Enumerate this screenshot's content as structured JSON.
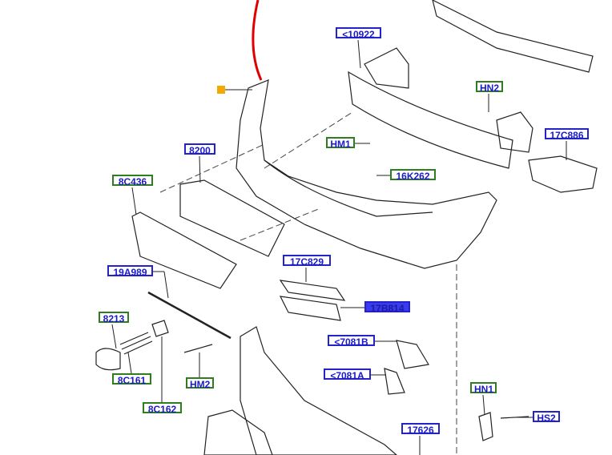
{
  "diagram": {
    "labels": [
      {
        "id": "l10922",
        "text": "<10922",
        "kind": "blue"
      },
      {
        "id": "hn2",
        "text": "HN2",
        "kind": "green"
      },
      {
        "id": "l17c886",
        "text": "17C886",
        "kind": "blue"
      },
      {
        "id": "hm1",
        "text": "HM1",
        "kind": "green"
      },
      {
        "id": "l16k262",
        "text": "16K262",
        "kind": "green"
      },
      {
        "id": "l8200",
        "text": "8200",
        "kind": "blue"
      },
      {
        "id": "l8c436",
        "text": "8C436",
        "kind": "green"
      },
      {
        "id": "l17c829",
        "text": "17C829",
        "kind": "blue"
      },
      {
        "id": "l17b814",
        "text": "17B814",
        "kind": "highlighted"
      },
      {
        "id": "l19a989",
        "text": "19A989",
        "kind": "blue"
      },
      {
        "id": "l8213",
        "text": "8213",
        "kind": "green"
      },
      {
        "id": "l8c161",
        "text": "8C161",
        "kind": "green"
      },
      {
        "id": "hm2",
        "text": "HM2",
        "kind": "green"
      },
      {
        "id": "l8c162",
        "text": "8C162",
        "kind": "green"
      },
      {
        "id": "l7081b",
        "text": "<7081B",
        "kind": "blue"
      },
      {
        "id": "l7081a",
        "text": "<7081A",
        "kind": "blue"
      },
      {
        "id": "hn1",
        "text": "HN1",
        "kind": "green"
      },
      {
        "id": "hs2",
        "text": "HS2",
        "kind": "blue"
      },
      {
        "id": "l17626",
        "text": "17626",
        "kind": "blue"
      }
    ],
    "colors": {
      "green_border": "#2e7d1e",
      "blue_border": "#2323c8",
      "text": "#1a1acc",
      "highlight": "#3a3af0",
      "marker": "#f5a800",
      "callout": "#e00000"
    }
  }
}
